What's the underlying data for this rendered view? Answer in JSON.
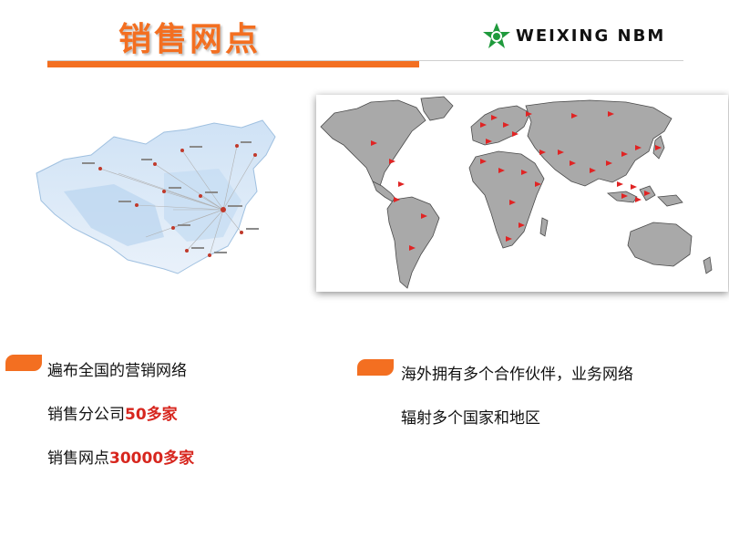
{
  "header": {
    "title": "销售网点",
    "logo_text": "WEIXING NBM"
  },
  "colors": {
    "accent": "#f36f21",
    "highlight": "#d7261e",
    "logo_green": "#1f9a3c",
    "map_land": "#a9a9a9"
  },
  "left_section": {
    "line1": "遍布全国的营销网络",
    "line2_prefix": "销售分公司",
    "line2_highlight": "50多家",
    "line3_prefix": "销售网点",
    "line3_highlight": "30000多家"
  },
  "right_section": {
    "line1": "海外拥有多个合作伙伴，业务网络",
    "line2": "辐射多个国家和地区"
  },
  "icons": {
    "logo": "star-globe-logo-icon",
    "bullet": "rounded-tab-bullet-icon",
    "marker": "red-flag-marker-icon"
  }
}
